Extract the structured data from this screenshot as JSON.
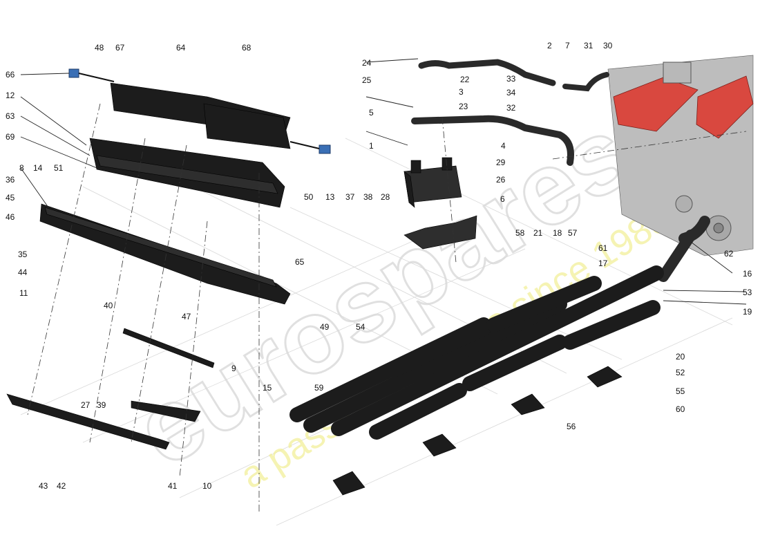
{
  "watermark": {
    "brand": "eurospares",
    "tagline": "a passion for parts since 1985",
    "colors": {
      "brand": "#d9d9d9",
      "tagline": "#f2ef9a"
    }
  },
  "colors": {
    "part": "#1c1c1c",
    "engine_red": "#d9483f",
    "connector_blue": "#3a6fb5"
  },
  "callouts": [
    "66",
    "12",
    "63",
    "69",
    "8",
    "14",
    "51",
    "36",
    "45",
    "46",
    "35",
    "44",
    "11",
    "40",
    "39",
    "27",
    "43",
    "42",
    "48",
    "67",
    "64",
    "68",
    "2",
    "7",
    "31",
    "30",
    "24",
    "22",
    "33",
    "25",
    "3",
    "34",
    "23",
    "32",
    "5",
    "4",
    "1",
    "29",
    "26",
    "6",
    "50",
    "13",
    "37",
    "38",
    "28",
    "58",
    "21",
    "18",
    "57",
    "61",
    "62",
    "17",
    "16",
    "53",
    "19",
    "20",
    "52",
    "55",
    "60",
    "56",
    "15",
    "54",
    "59",
    "41",
    "10",
    "9",
    "47",
    "49",
    "65"
  ]
}
